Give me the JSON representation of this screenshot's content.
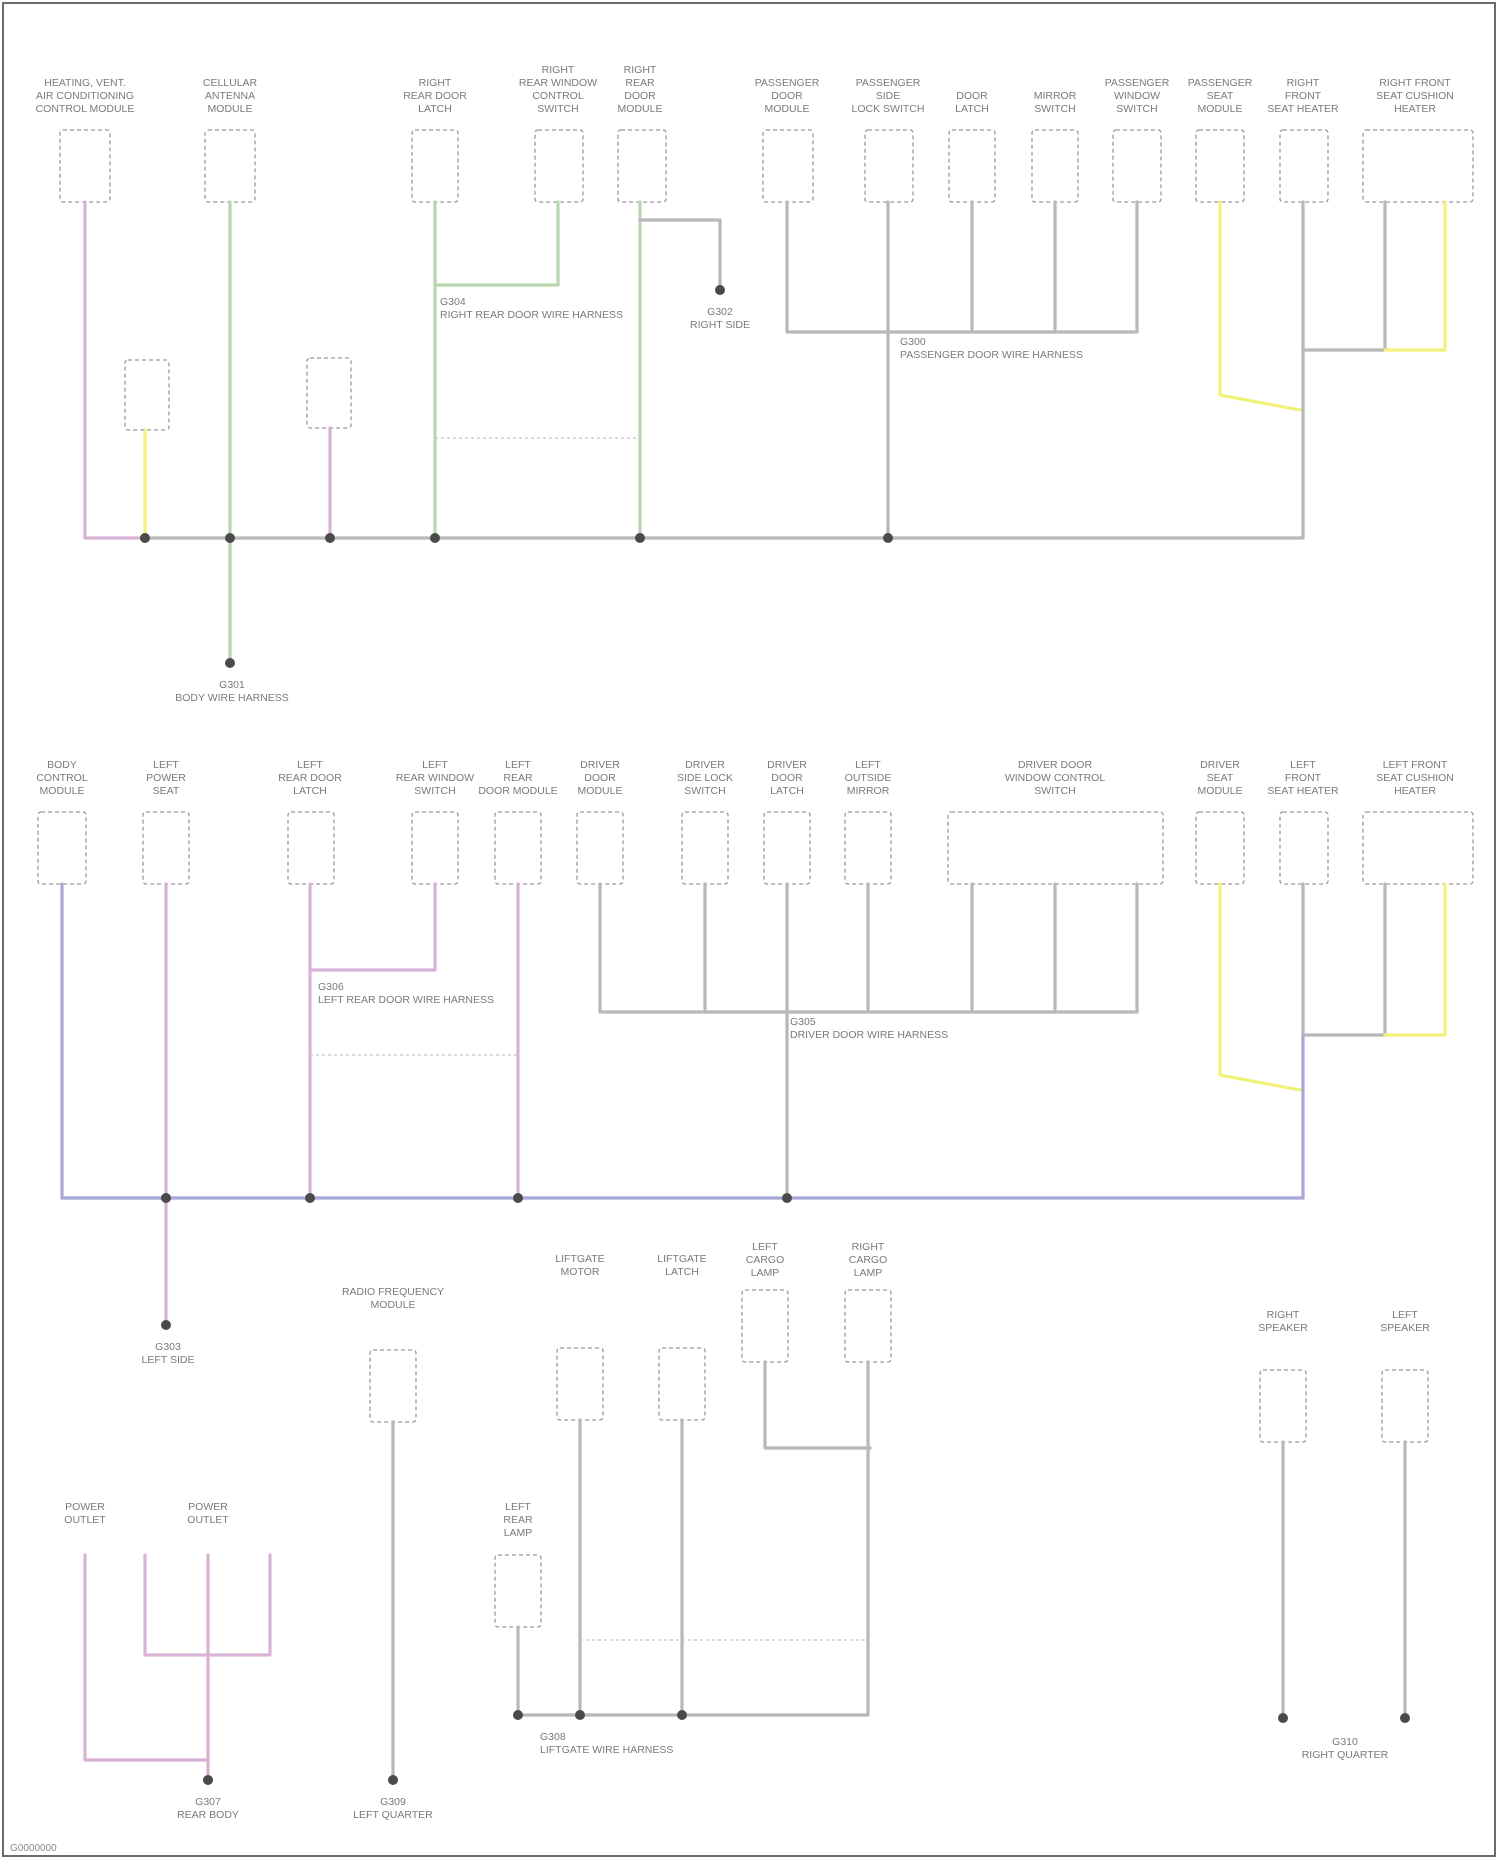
{
  "colors": {
    "wire_default": "#b8b8b8",
    "wire_pink": "#d9b3d6",
    "wire_green": "#b8d6b0",
    "wire_yellow": "#f2f27a",
    "wire_blue": "#a8a8d8",
    "box_stroke": "#9a9a9a",
    "label": "#7a7a7a"
  },
  "sections": [
    {
      "id": "top",
      "components": [
        {
          "lines": [
            "HEATING, VENT.",
            "AIR CONDITIONING",
            "CONTROL MODULE"
          ]
        },
        {
          "lines": [
            "CELLULAR",
            "ANTENNA",
            "MODULE"
          ]
        },
        {
          "lines": [
            "RIGHT",
            "REAR DOOR",
            "LATCH"
          ]
        },
        {
          "lines": [
            "RIGHT",
            "REAR WINDOW",
            "CONTROL",
            "SWITCH"
          ]
        },
        {
          "lines": [
            "RIGHT",
            "REAR",
            "DOOR",
            "MODULE"
          ]
        },
        {
          "lines": [
            "PASSENGER",
            "DOOR",
            "MODULE"
          ]
        },
        {
          "lines": [
            "PASSENGER",
            "SIDE",
            "LOCK SWITCH"
          ]
        },
        {
          "lines": [
            "DOOR",
            "LATCH"
          ]
        },
        {
          "lines": [
            "MIRROR",
            "SWITCH"
          ]
        },
        {
          "lines": [
            "PASSENGER",
            "WINDOW",
            "SWITCH"
          ]
        },
        {
          "lines": [
            "PASSENGER",
            "SEAT",
            "MODULE"
          ]
        },
        {
          "lines": [
            "RIGHT",
            "FRONT",
            "SEAT HEATER"
          ]
        },
        {
          "lines": [
            "RIGHT FRONT",
            "SEAT CUSHION",
            "HEATER"
          ]
        }
      ],
      "callouts": [
        {
          "lines": [
            "G301",
            "BODY WIRE HARNESS"
          ]
        },
        {
          "lines": [
            "G302",
            "RIGHT SIDE"
          ]
        },
        {
          "lines": [
            "G300",
            "PASSENGER DOOR WIRE HARNESS"
          ]
        },
        {
          "lines": [
            "G304",
            "RIGHT REAR DOOR WIRE HARNESS"
          ]
        }
      ]
    },
    {
      "id": "middle",
      "components": [
        {
          "lines": [
            "BODY",
            "CONTROL",
            "MODULE"
          ]
        },
        {
          "lines": [
            "LEFT",
            "POWER",
            "SEAT"
          ]
        },
        {
          "lines": [
            "LEFT",
            "REAR DOOR",
            "LATCH"
          ]
        },
        {
          "lines": [
            "LEFT",
            "REAR WINDOW",
            "SWITCH"
          ]
        },
        {
          "lines": [
            "LEFT",
            "REAR",
            "DOOR MODULE"
          ]
        },
        {
          "lines": [
            "DRIVER",
            "DOOR",
            "MODULE"
          ]
        },
        {
          "lines": [
            "DRIVER",
            "SIDE LOCK",
            "SWITCH"
          ]
        },
        {
          "lines": [
            "DRIVER",
            "DOOR",
            "LATCH"
          ]
        },
        {
          "lines": [
            "LEFT",
            "OUTSIDE",
            "MIRROR"
          ]
        },
        {
          "lines": [
            "DRIVER DOOR",
            "WINDOW CONTROL",
            "SWITCH"
          ]
        },
        {
          "lines": [
            "DRIVER",
            "SEAT",
            "MODULE"
          ]
        },
        {
          "lines": [
            "LEFT",
            "FRONT",
            "SEAT HEATER"
          ]
        },
        {
          "lines": [
            "LEFT FRONT",
            "SEAT CUSHION",
            "HEATER"
          ]
        }
      ],
      "callouts": [
        {
          "lines": [
            "G303",
            "LEFT SIDE"
          ]
        },
        {
          "lines": [
            "G305",
            "DRIVER DOOR WIRE HARNESS"
          ]
        },
        {
          "lines": [
            "G306",
            "LEFT REAR DOOR WIRE HARNESS"
          ]
        }
      ]
    },
    {
      "id": "bottom",
      "components": [
        {
          "lines": [
            "POWER",
            "OUTLET"
          ]
        },
        {
          "lines": [
            "POWER",
            "OUTLET"
          ]
        },
        {
          "lines": [
            "RADIO FREQUENCY",
            "MODULE"
          ]
        },
        {
          "lines": [
            "LEFT",
            "REAR",
            "LAMP"
          ]
        },
        {
          "lines": [
            "LIFTGATE",
            "MOTOR"
          ]
        },
        {
          "lines": [
            "LIFTGATE",
            "LATCH"
          ]
        },
        {
          "lines": [
            "LEFT",
            "CARGO",
            "LAMP"
          ]
        },
        {
          "lines": [
            "RIGHT",
            "CARGO",
            "LAMP"
          ]
        },
        {
          "lines": [
            "RIGHT",
            "SPEAKER"
          ]
        },
        {
          "lines": [
            "LEFT",
            "SPEAKER"
          ]
        }
      ],
      "callouts": [
        {
          "lines": [
            "G307",
            "REAR BODY"
          ]
        },
        {
          "lines": [
            "G308",
            "LIFTGATE WIRE HARNESS"
          ]
        },
        {
          "lines": [
            "G309",
            "LEFT QUARTER"
          ]
        },
        {
          "lines": [
            "G310",
            "RIGHT QUARTER"
          ]
        }
      ]
    }
  ],
  "footer_code": "G0000000"
}
